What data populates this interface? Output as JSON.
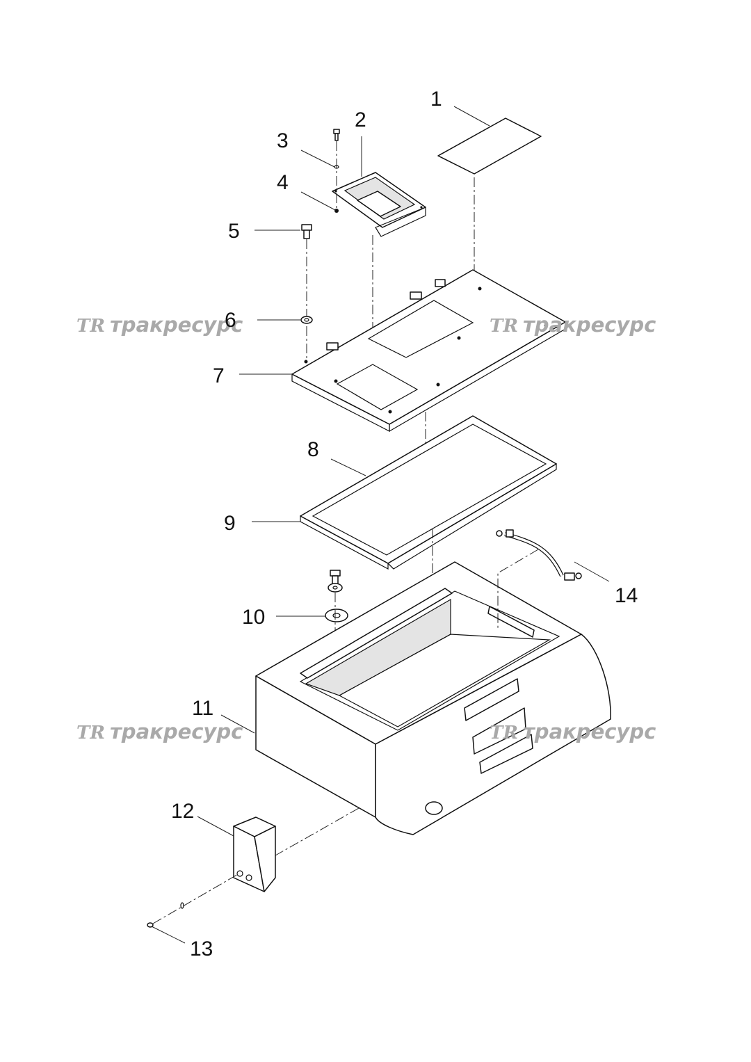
{
  "callouts": {
    "c1": "1",
    "c2": "2",
    "c3": "3",
    "c4": "4",
    "c5": "5",
    "c6": "6",
    "c7": "7",
    "c8": "8",
    "c9": "9",
    "c10": "10",
    "c11": "11",
    "c12": "12",
    "c13": "13",
    "c14": "14"
  },
  "watermark": {
    "logo": "TR",
    "text": "тракресурс",
    "color": "#a9a9a9"
  },
  "colors": {
    "line": "#111111",
    "background": "#ffffff"
  }
}
